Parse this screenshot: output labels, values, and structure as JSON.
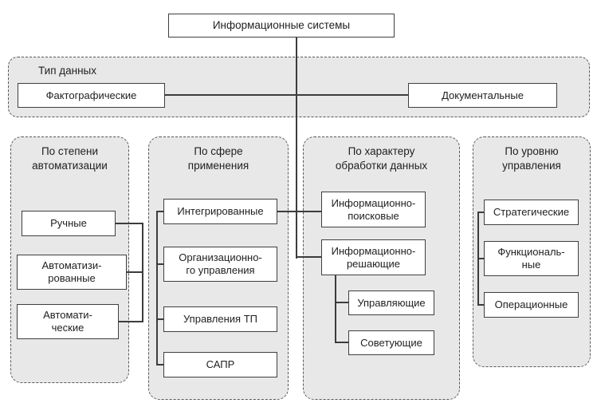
{
  "root_box": {
    "label": "Информационные системы"
  },
  "data_type": {
    "label": "Тип данных",
    "left_box": "Фактографические",
    "right_box": "Документальные"
  },
  "groups": [
    {
      "label": "По степени\nавтоматизации",
      "items": [
        "Ручные",
        "Автоматизи-\nрованные",
        "Автомати-\nческие"
      ]
    },
    {
      "label": "По сфере\nприменения",
      "items": [
        "Интегрированные",
        "Организационно-\nго управления",
        "Управления ТП",
        "САПР"
      ]
    },
    {
      "label": "По характеру\nобработки данных",
      "items": [
        "Информационно-\nпоисковые",
        "Информационно-\nрешающие",
        "Управляющие",
        "Советующие"
      ]
    },
    {
      "label": "По уровню\nуправления",
      "items": [
        "Стратегические",
        "Функциональ-\nные",
        "Операционные"
      ]
    }
  ],
  "colors": {
    "panel_fill": "#e8e8e8",
    "panel_border": "#5a5a5a",
    "box_border": "#3f3f3f",
    "line": "#3c3c3c",
    "box_fill": "#ffffff"
  }
}
